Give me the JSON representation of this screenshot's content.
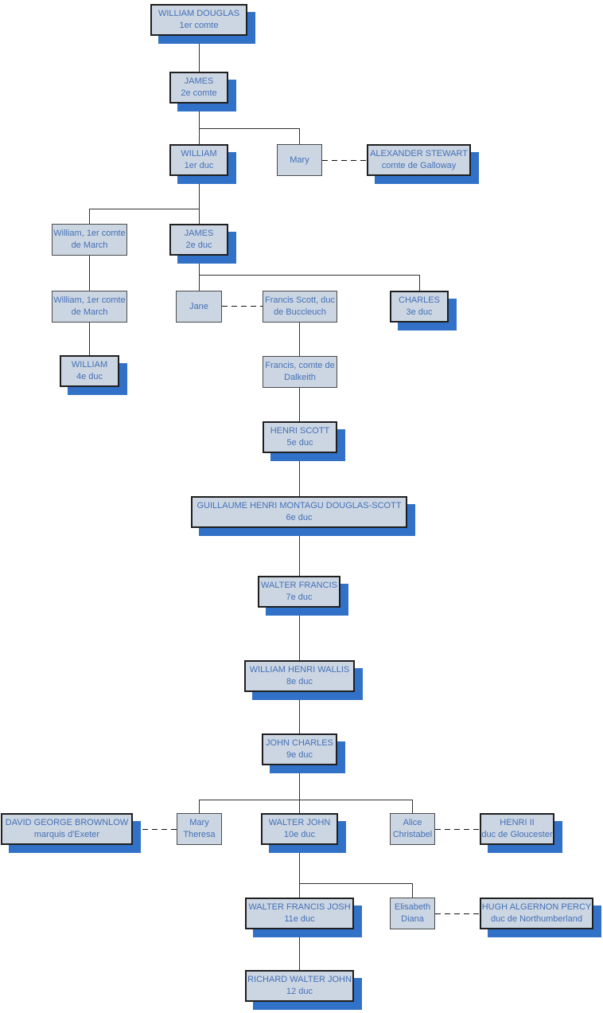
{
  "diagram": {
    "description": "Family tree of the earls and dukes of Buccleuch",
    "nodes": [
      {
        "id": "william-douglas",
        "line1": "WILLIAM DOUGLAS",
        "line2": "1er comte"
      },
      {
        "id": "james-2e-comte",
        "line1": "JAMES",
        "line2": "2e comte"
      },
      {
        "id": "william-1er-duc",
        "line1": "WILLIAM",
        "line2": "1er duc"
      },
      {
        "id": "mary",
        "line1": "Mary"
      },
      {
        "id": "alexander-stewart",
        "line1": "ALEXANDER STEWART",
        "line2": "comte de Galloway"
      },
      {
        "id": "william-march-1",
        "line1": "William, 1er comte",
        "line2": "de March"
      },
      {
        "id": "james-2e-duc",
        "line1": "JAMES",
        "line2": "2e duc"
      },
      {
        "id": "william-march-2",
        "line1": "William, 1er comte",
        "line2": "de March"
      },
      {
        "id": "jane",
        "line1": "Jane"
      },
      {
        "id": "francis-scott",
        "line1": "Francis Scott, duc",
        "line2": "de Buccleuch"
      },
      {
        "id": "charles-3e-duc",
        "line1": "CHARLES",
        "line2": "3e duc"
      },
      {
        "id": "william-4e-duc",
        "line1": "WILLIAM",
        "line2": "4e duc"
      },
      {
        "id": "francis-dalkeith",
        "line1": "Francis, comte de",
        "line2": "Dalkeith"
      },
      {
        "id": "henri-scott-5e-duc",
        "line1": "HENRI SCOTT",
        "line2": "5e duc"
      },
      {
        "id": "guillaume-6e-duc",
        "line1": "GUILLAUME HENRI MONTAGU DOUGLAS-SCOTT",
        "line2": "6e duc"
      },
      {
        "id": "walter-francis-7e-duc",
        "line1": "WALTER FRANCIS",
        "line2": "7e duc"
      },
      {
        "id": "william-henri-wallis-8e",
        "line1": "WILLIAM HENRI WALLIS",
        "line2": "8e duc"
      },
      {
        "id": "john-charles-9e-duc",
        "line1": "JOHN CHARLES",
        "line2": "9e duc"
      },
      {
        "id": "david-george-brownlow",
        "line1": "DAVID GEORGE BROWNLOW",
        "line2": "marquis d'Exeter"
      },
      {
        "id": "mary-theresa",
        "line1": "Mary",
        "line2": "Theresa"
      },
      {
        "id": "walter-john-10e-duc",
        "line1": "WALTER JOHN",
        "line2": "10e duc"
      },
      {
        "id": "alice-christabel",
        "line1": "Alice",
        "line2": "Christabel"
      },
      {
        "id": "henri-ii",
        "line1": "HENRI II",
        "line2": "duc de Gloucester"
      },
      {
        "id": "walter-francis-josh-11e",
        "line1": "WALTER FRANCIS JOSH",
        "line2": "11e duc"
      },
      {
        "id": "elisabeth-diana",
        "line1": "Elisabeth",
        "line2": "Diana"
      },
      {
        "id": "hugh-algernon-percy",
        "line1": "HUGH ALGERNON PERCY",
        "line2": "duc de Northumberland"
      },
      {
        "id": "richard-walter-john-12",
        "line1": "RICHARD WALTER JOHN",
        "line2": "12 duc"
      }
    ],
    "colors": {
      "box_fill": "#ccd6e3",
      "box_border": "#1f1f1f",
      "box_border_plain": "#4a4a4a",
      "shadow_blue": "#3271c8",
      "text_blue": "#4470b5",
      "connector": "#303030",
      "background": "#ffffff"
    }
  }
}
